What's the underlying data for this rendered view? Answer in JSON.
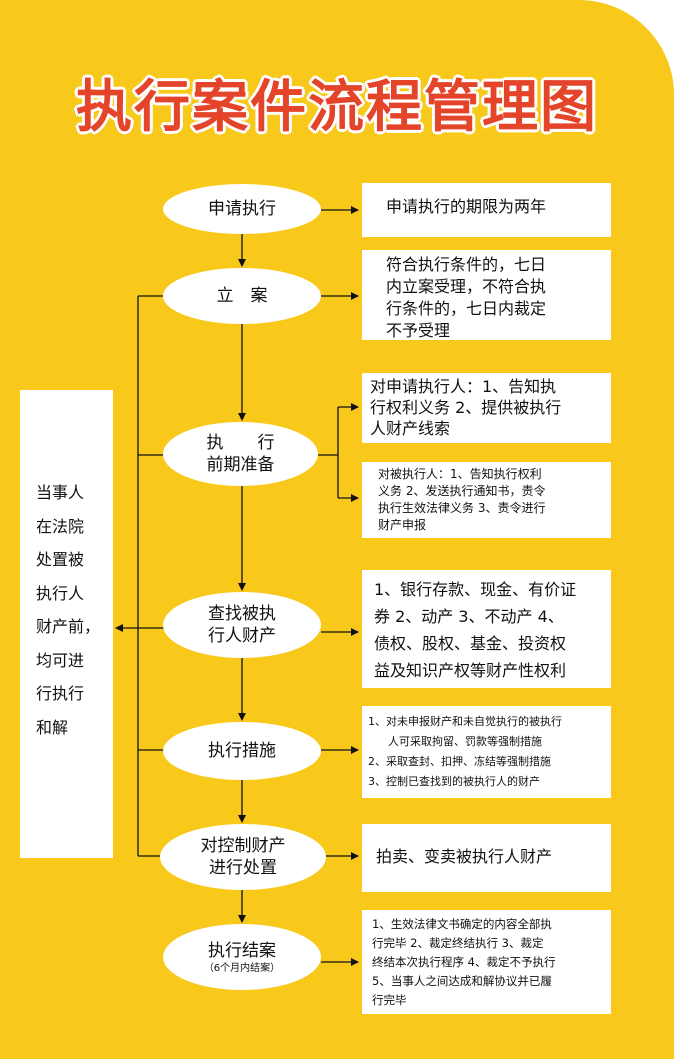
{
  "title": "执行案件流程管理图",
  "side_note": [
    "当事人",
    "在法院",
    "处置被",
    "执行人",
    "财产前，",
    "均可进",
    "行执行",
    "和解"
  ],
  "steps": [
    {
      "label": [
        "申请执行"
      ]
    },
    {
      "label": [
        "立　案"
      ]
    },
    {
      "label": [
        "执　　行",
        "前期准备"
      ]
    },
    {
      "label": [
        "查找被执",
        "行人财产"
      ]
    },
    {
      "label": [
        "执行措施"
      ]
    },
    {
      "label": [
        "对控制财产",
        "进行处置"
      ]
    },
    {
      "label": [
        "执行结案"
      ],
      "sub": "（6个月内结案）"
    }
  ],
  "notes": [
    {
      "lines": [
        "申请执行的期限为两年"
      ]
    },
    {
      "lines": [
        "符合执行条件的，七日",
        "内立案受理，不符合执",
        "行条件的，七日内裁定",
        "不予受理"
      ]
    },
    {
      "lines": [
        "对申请执行人：1、告知执",
        "行权利义务 2、提供被执行",
        "人财产线索"
      ]
    },
    {
      "lines": [
        "对被执行人：1、告知执行权利",
        "义务 2、发送执行通知书，责令",
        "执行生效法律义务 3、责令进行",
        "财产申报"
      ]
    },
    {
      "lines": [
        "1、银行存款、现金、有价证",
        "券 2、动产 3、不动产 4、",
        "债权、股权、基金、投资权",
        "益及知识产权等财产性权利"
      ]
    },
    {
      "lines": [
        "1、对未申报财产和未自觉执行的被执行",
        "人可采取拘留、罚款等强制措施",
        "2、采取查封、扣押、冻结等强制措施",
        "3、控制已查找到的被执行人的财产"
      ]
    },
    {
      "lines": [
        "拍卖、变卖被执行人财产"
      ]
    },
    {
      "lines": [
        "1、生效法律文书确定的内容全部执",
        "行完毕  2、裁定终结执行  3、裁定",
        "终结本次执行程序  4、裁定不予执行",
        "5、当事人之间达成和解协议并已履",
        "行完毕"
      ]
    }
  ]
}
